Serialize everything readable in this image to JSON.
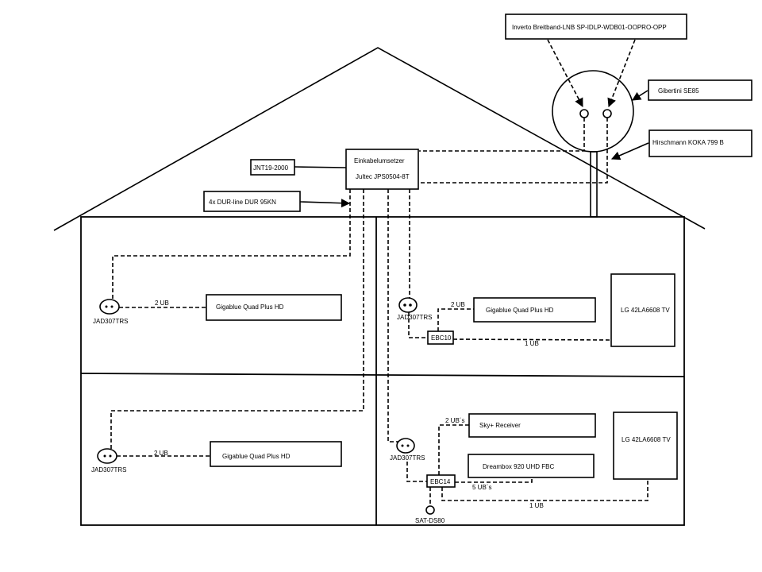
{
  "diagram": {
    "title": "Einkabel satellite distribution house diagram",
    "roof_labels": {
      "lnb": "Inverto Breitband-LNB SP-IDLP-WDB01-OOPRO-OPP",
      "dish": "Gibertini SE85",
      "mount": "Hirschmann KOKA 799 B",
      "psu": "JNT19-2000",
      "splitter": "4x DUR-line DUR 95KN",
      "converter_line1": "Einkabelumsetzer",
      "converter_line2": "Jultec JPS0504-8T"
    },
    "rooms": {
      "top_left": {
        "socket": "JAD307TRS",
        "link": "2 UB",
        "receiver": "Gigablue Quad Plus HD"
      },
      "top_right": {
        "socket": "JAD307TRS",
        "link_receiver": "2 UB",
        "receiver": "Gigablue Quad Plus HD",
        "splitter": "EBC10",
        "link_tv": "1 UB",
        "tv": "LG 42LA6608 TV"
      },
      "bottom_left": {
        "socket": "JAD307TRS",
        "link": "2 UB",
        "receiver": "Gigablue Quad Plus HD"
      },
      "bottom_right": {
        "socket": "JAD307TRS",
        "link_sky": "2 UB´s",
        "sky_receiver": "Sky+ Receiver",
        "dreambox": "Dreambox 920 UHD FBC",
        "splitter": "EBC14",
        "link_dreambox": "5 UB´s",
        "link_tv": "1 UB",
        "terminator": "SAT-DS80",
        "tv": "LG 42LA6608 TV"
      }
    }
  }
}
